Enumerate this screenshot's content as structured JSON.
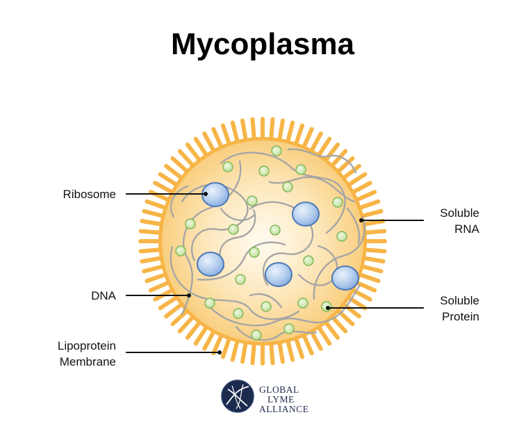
{
  "title": "Mycoplasma",
  "labels": {
    "ribosome": "Ribosome",
    "dna": "DNA",
    "lipoprotein_line1": "Lipoprotein",
    "lipoprotein_line2": "Membrane",
    "soluble_rna_line1": "Soluble",
    "soluble_rna_line2": "RNA",
    "soluble_protein_line1": "Soluble",
    "soluble_protein_line2": "Protein"
  },
  "logo": {
    "line1": "GLOBAL",
    "line2": "LYME",
    "line3": "ALLIANCE",
    "icon": "globe-helix-icon"
  },
  "colors": {
    "membrane": "#f7b547",
    "membrane_light": "#fde1a6",
    "cytoplasm_center": "#fffaf0",
    "cytoplasm_edge": "#fbd58d",
    "strand": "#a6a6a6",
    "ribosome": "#b9d2f0",
    "ribosome_edge": "#4a78b8",
    "protein": "#d4ecb8",
    "protein_edge": "#86b85a",
    "logo_navy": "#1c2a4d"
  }
}
